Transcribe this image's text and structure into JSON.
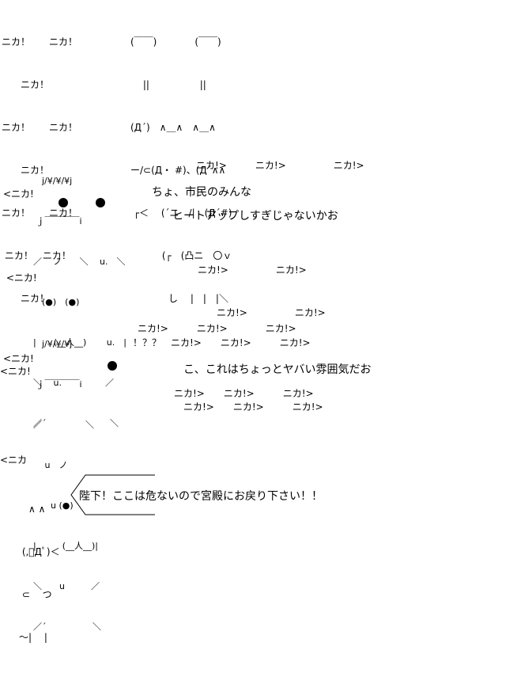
{
  "panel1": {
    "nika_lines": [
      "ニカ！　　ニカ！",
      "　　ニカ！",
      "ニカ！　　ニカ！",
      "　　ニカ！",
      "ニカ！　　ニカ！",
      " ニカ！　ニカ！",
      "　　ニカ！"
    ],
    "art_lines": [
      "(￣￣)　　　　(￣￣)",
      "　 ||　　　　　 ||",
      "(Д´)　∧＿∧　∧＿∧",
      "ー/⊂(Д・ #)、(Д´∧∧",
      " ┌＜　 (´ニ　/|　(Д´#)",
      "　　　 (┌　(凸ニ　〇ｖ",
      "　　　　し　 |　|　|＼"
    ]
  },
  "panel2": {
    "nika_left": [
      "<ニカ!",
      " <ニカ!",
      "<ニカ!"
    ],
    "nika_right_top": "ニカ!>　　　ニカ!>　　　　　ニカ!>",
    "nika_right_bottom_1": "ニカ!>　　　　　ニカ!>",
    "nika_right_bottom_2": "　　ニカ!>　　　　　ニカ!>",
    "speech_1": "ちょ、市民のみんな",
    "speech_2": "ヒートアップしすぎじゃないかお",
    "art_lines": [
      "　j/¥/¥/¥j",
      " ｊ￣￣￣￣i",
      "／　 ノ　　＼　 u.　＼",
      "　(●)　(●)",
      "|　　(__人__)　　 u.　|",
      "＼　 u.　　　　　／",
      "／´　　　　　　　 ＼"
    ]
  },
  "panel3": {
    "nika_left": [
      "<ニカ!",
      "<ニカ"
    ],
    "nika_row_1": "ニカ!>　　　ニカ!>　　　　ニカ!>",
    "nika_row_2": "！？？　ニカ!>　　ニカ!>　　　ニカ!>",
    "nika_row_3": "ニカ!>　　ニカ!>　　　ニカ!>",
    "nika_row_4": "　ニカ!>　　ニカ!>　　　ニカ!>",
    "speech": "こ、これはちょっとヤバい雰囲気だお",
    "art_lines": [
      "　j/¥/¥/¥j",
      " ｊ￣￣￣￣i",
      "／　　　　　＼",
      "　 u　ノ",
      "　　u (●)",
      "|　　　(__人__)|",
      "＼　　u　　　／",
      "／´　　　　　 ＼"
    ]
  },
  "panel4": {
    "art_lines": [
      "　∧ ∧",
      " (,ﾟДﾟ)＜",
      " ⊂　 つ",
      "～|　 |"
    ],
    "speech": "陛下！ここは危ないので宮殿にお戻り下さい！！"
  }
}
